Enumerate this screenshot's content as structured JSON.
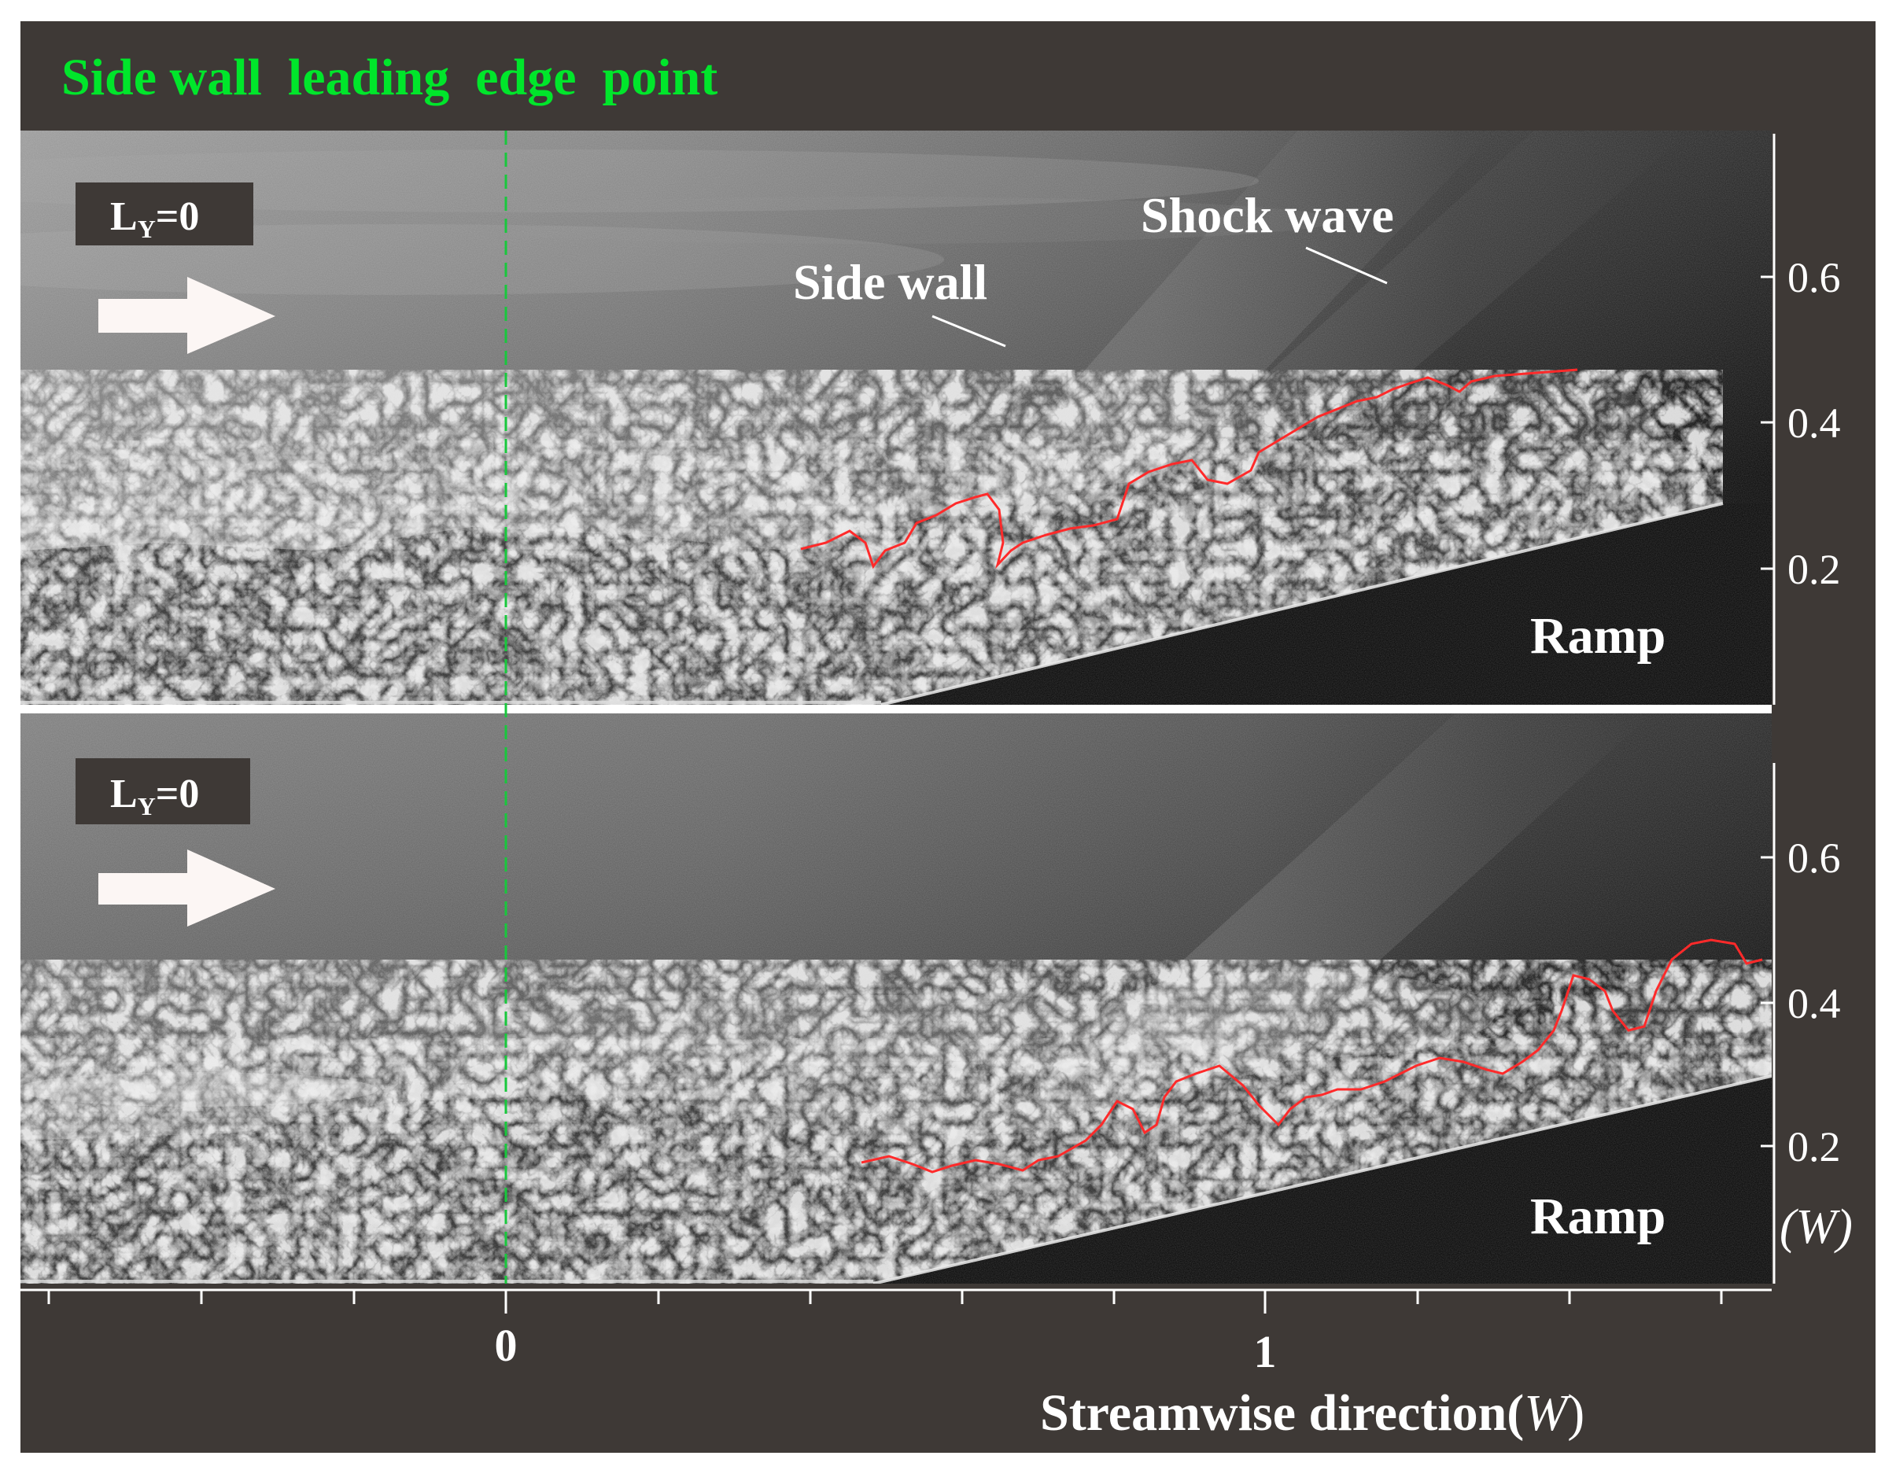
{
  "header": {
    "title": "Side wall  leading  edge  point"
  },
  "panels": [
    {
      "badge": {
        "main": "L",
        "sub": "Y",
        "tail": "=0"
      },
      "labels": {
        "side_wall": "Side wall",
        "shock_wave": "Shock wave",
        "ramp": "Ramp"
      },
      "arrow_icon": "flow-direction-arrow-icon"
    },
    {
      "badge": {
        "main": "L",
        "sub": "Y",
        "tail": "=0"
      },
      "labels": {
        "ramp": "Ramp"
      },
      "arrow_icon": "flow-direction-arrow-icon"
    }
  ],
  "y_axis": {
    "ticks": [
      "0.2",
      "0.4",
      "0.6"
    ],
    "unit": "(W)"
  },
  "x_axis": {
    "ticks": [
      "0",
      "1"
    ],
    "label_prefix": "Streamwise direction(",
    "label_unit": "W",
    "label_suffix": ")"
  },
  "colors": {
    "background": "#3e3936",
    "title_green": "#00e62b",
    "marker_green": "#18c83c",
    "contour_red": "#ff2a2a",
    "axis_white": "#ffffff"
  }
}
